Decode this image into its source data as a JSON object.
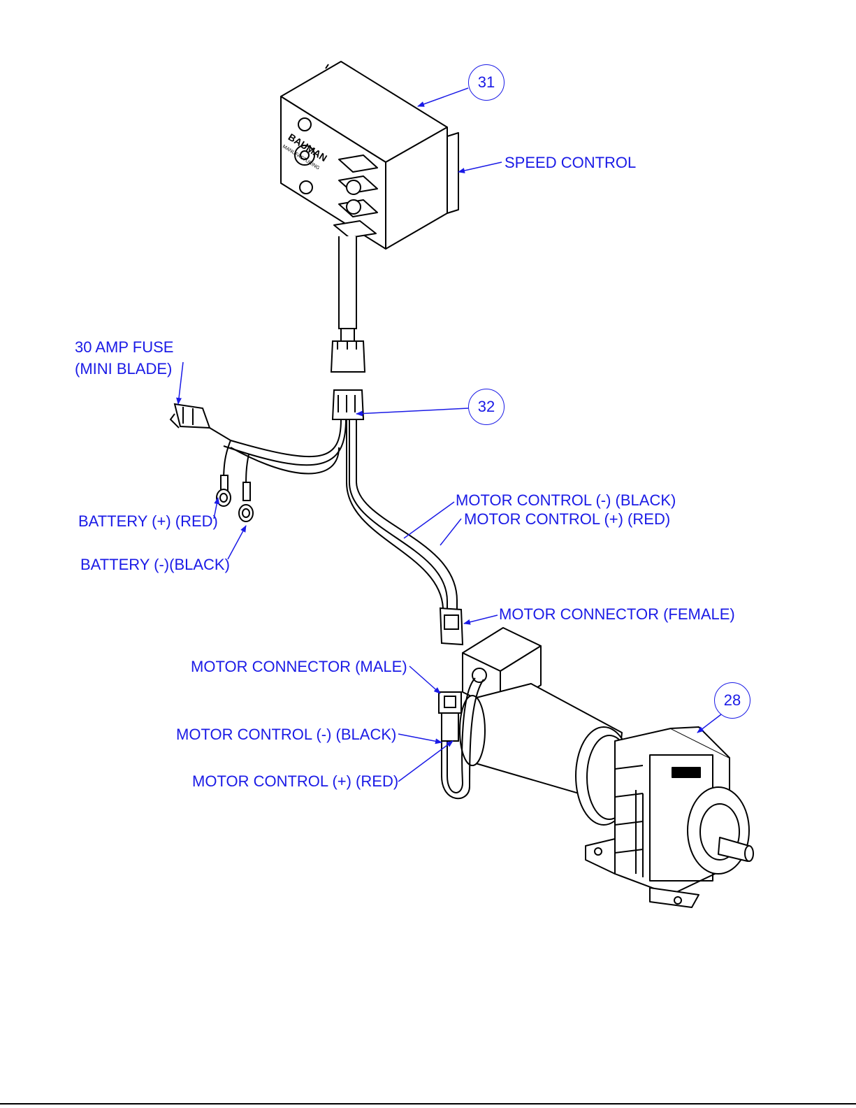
{
  "callouts": {
    "item_31": "31",
    "item_32": "32",
    "item_28": "28"
  },
  "labels": {
    "speed_control": "SPEED CONTROL",
    "fuse_line1": "30 AMP FUSE",
    "fuse_line2": "(MINI BLADE)",
    "battery_pos": "BATTERY (+) (RED)",
    "battery_neg": "BATTERY (-)(BLACK)",
    "motor_control_neg_upper": "MOTOR CONTROL (-) (BLACK)",
    "motor_control_pos_upper": "MOTOR CONTROL (+) (RED)",
    "motor_connector_female": "MOTOR CONNECTOR (FEMALE)",
    "motor_connector_male": "MOTOR CONNECTOR (MALE)",
    "motor_control_neg_lower": "MOTOR CONTROL (-) (BLACK)",
    "motor_control_pos_lower": "MOTOR CONTROL (+) (RED)"
  },
  "logo": {
    "name": "BAUMAN",
    "sub": "MANUFACTURING"
  },
  "colors": {
    "annotation": "#1a1ae6",
    "line_art": "#000000",
    "background": "#ffffff"
  }
}
